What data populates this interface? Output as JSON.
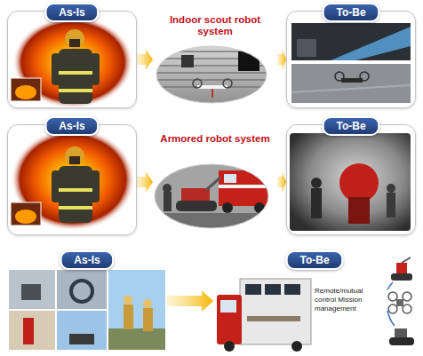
{
  "diagram": {
    "nodes": [
      {
        "text": [
          "As-Is"
        ]
      },
      {
        "text": [
          "Indoor scout robot system"
        ]
      },
      {
        "text": [
          "To-Be"
        ]
      },
      {
        "text": [
          "As-Is"
        ]
      },
      {
        "text": [
          "Armored robot system"
        ]
      },
      {
        "text": [
          "To-Be"
        ]
      },
      {
        "text": [
          "As-Is"
        ]
      },
      {
        "text": [
          "To-Be"
        ]
      }
    ],
    "edges": [
      {
        "from": 0,
        "to": 1,
        "arrow": "to"
      },
      {
        "from": 1,
        "to": 2,
        "arrow": "to"
      },
      {
        "from": 3,
        "to": 4,
        "arrow": "to"
      },
      {
        "from": 4,
        "to": 5,
        "arrow": "to"
      },
      {
        "from": 6,
        "to": 7,
        "arrow": "to"
      }
    ],
    "labels": [
      "Remote/mutual control Mission management"
    ]
  }
}
